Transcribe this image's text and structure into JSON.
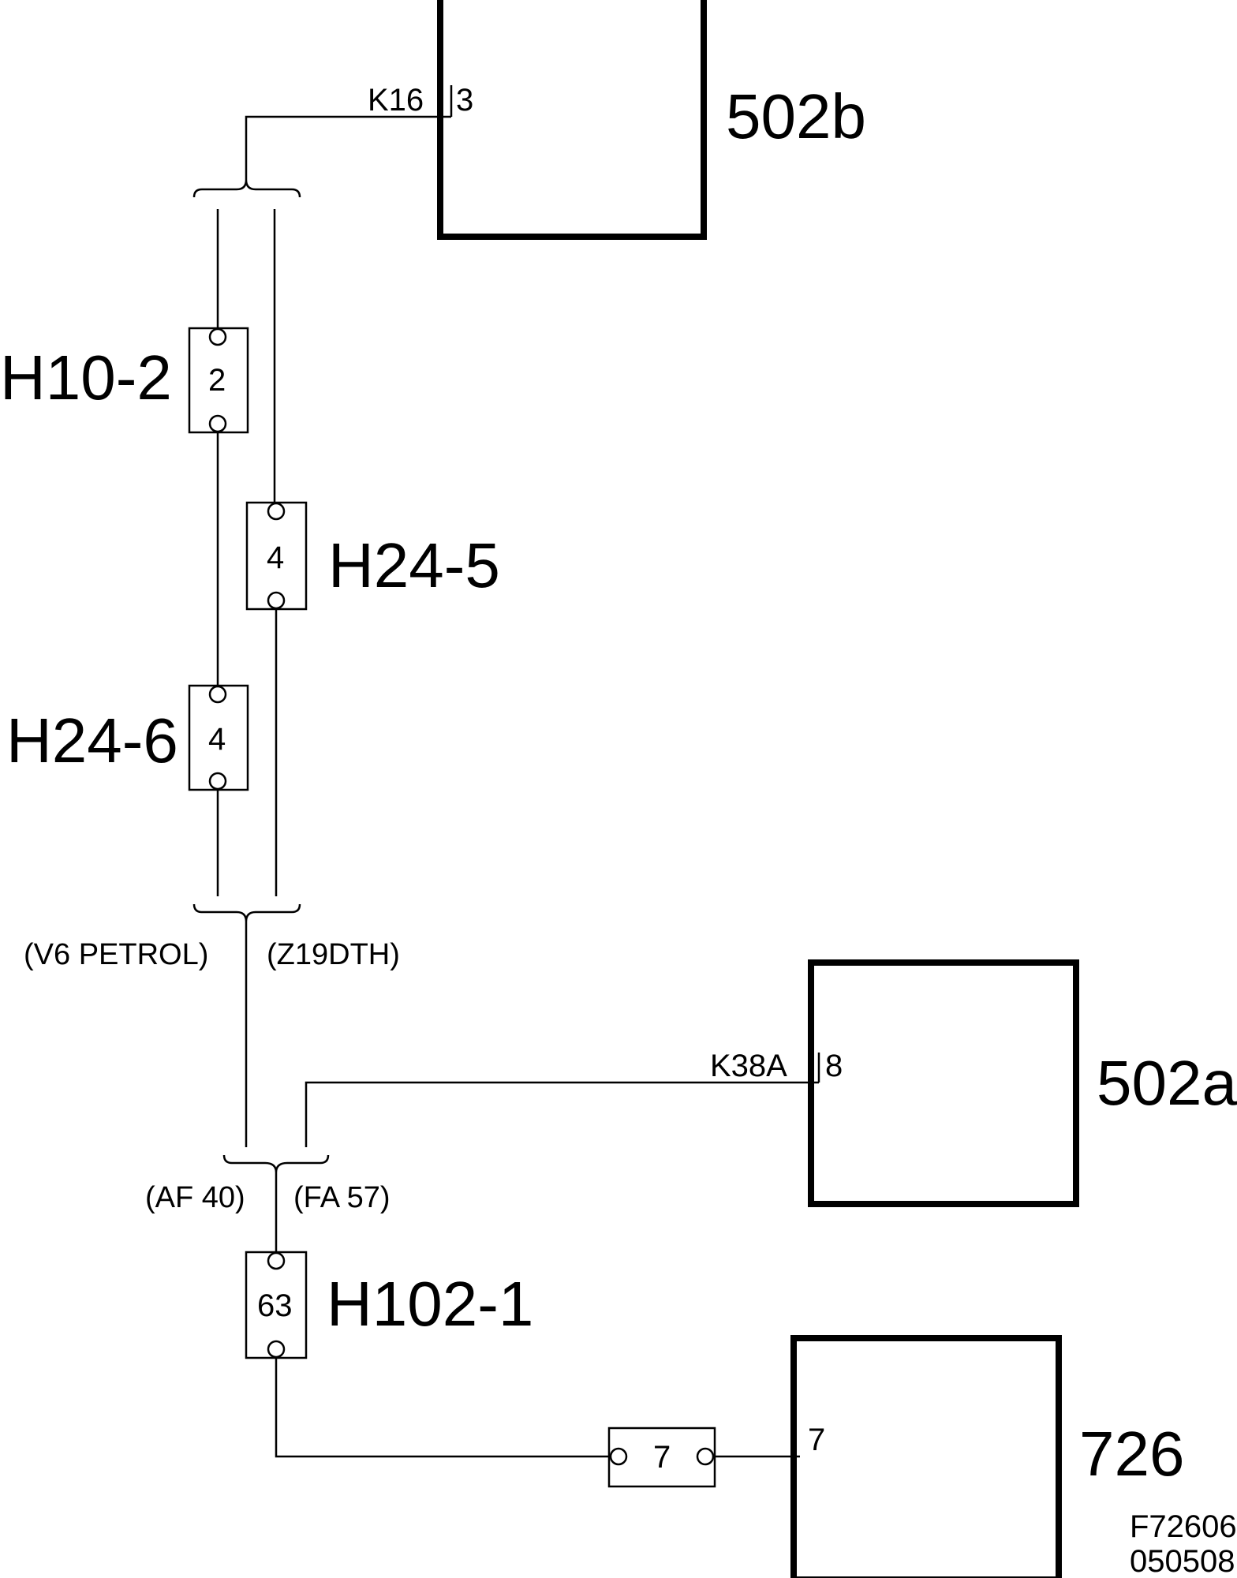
{
  "modules": {
    "m502b": {
      "label": "502b",
      "pin": "3",
      "wire": "K16"
    },
    "m502a": {
      "label": "502a",
      "pin": "8",
      "wire": "K38A"
    },
    "m726": {
      "label": "726",
      "pin": "7"
    }
  },
  "connectors": {
    "h10_2": {
      "label": "H10-2",
      "pin": "2"
    },
    "h24_5": {
      "label": "H24-5",
      "pin": "4"
    },
    "h24_6": {
      "label": "H24-6",
      "pin": "4"
    },
    "h102_1": {
      "label": "H102-1",
      "pin": "63"
    },
    "inline_726": {
      "pin": "7"
    }
  },
  "variants": {
    "left_top": "(V6 PETROL)",
    "right_top": "(Z19DTH)",
    "left_bottom": "(AF 40)",
    "right_bottom": "(FA 57)"
  },
  "figure": {
    "id": "F72606",
    "date": "050508"
  }
}
